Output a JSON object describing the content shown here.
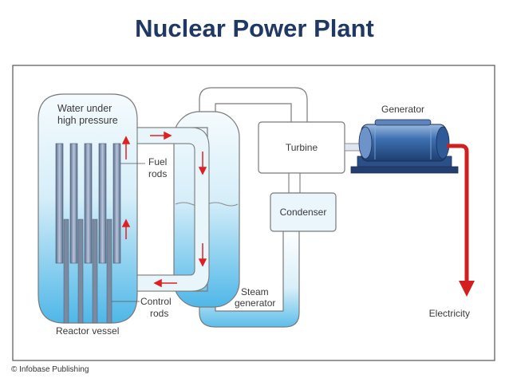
{
  "title": "Nuclear Power Plant",
  "labels": {
    "water_line1": "Water under",
    "water_line2": "high pressure",
    "fuel_line1": "Fuel",
    "fuel_line2": "rods",
    "control_line1": "Control",
    "control_line2": "rods",
    "reactor_vessel": "Reactor vessel",
    "steam_line1": "Steam",
    "steam_line2": "generator",
    "turbine": "Turbine",
    "condenser": "Condenser",
    "generator": "Generator",
    "electricity": "Electricity"
  },
  "credit": "© Infobase Publishing",
  "colors": {
    "title": "#1f3864",
    "water_top": "#f4fbfe",
    "water_bottom": "#4fb7e8",
    "outline": "#7a7a7a",
    "arrow": "#e02020",
    "generator_body": "#3d6fb0"
  }
}
